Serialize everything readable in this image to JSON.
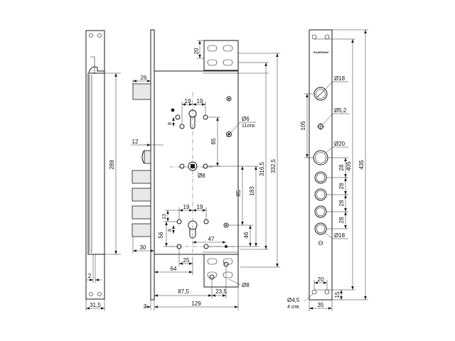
{
  "left_view": {
    "dims": {
      "height_289": "289",
      "width_31_5": "31,5",
      "width_2": "2"
    }
  },
  "middle_view": {
    "dims": {
      "d26": "26",
      "d20_top": "20",
      "d19a": "19",
      "d19b": "19",
      "d8a": "8",
      "d85a": "85",
      "d6": "Ø6",
      "holes": "11отв.",
      "d12": "12",
      "d316_5": "316,5",
      "d332_5": "332,5",
      "d8b": "Ø8",
      "d85b": "85",
      "d183": "183",
      "d19c": "19",
      "d19d": "19",
      "d13": "13",
      "d8c": "8",
      "d56": "56",
      "d46": "46",
      "d47": "47",
      "d30": "30",
      "d25": "25",
      "d64": "64",
      "d8d": "Ø8",
      "d87_5": "87,5",
      "d23_5": "23,5",
      "d3": "3",
      "d129": "129"
    }
  },
  "right_view": {
    "brand": "GUARDIAN",
    "dims": {
      "d18a": "Ø18",
      "d5_2": "Ø5,2",
      "d105": "105",
      "d20": "Ø20",
      "d28a": "28",
      "d28b": "28",
      "d28c": "28",
      "d28d": "28",
      "d405": "405",
      "d435": "435",
      "d18b": "Ø18",
      "d20_bottom": "20",
      "d15": "15",
      "d4_5": "Ø4,5",
      "holes": "4 отв.",
      "d35": "35"
    }
  }
}
